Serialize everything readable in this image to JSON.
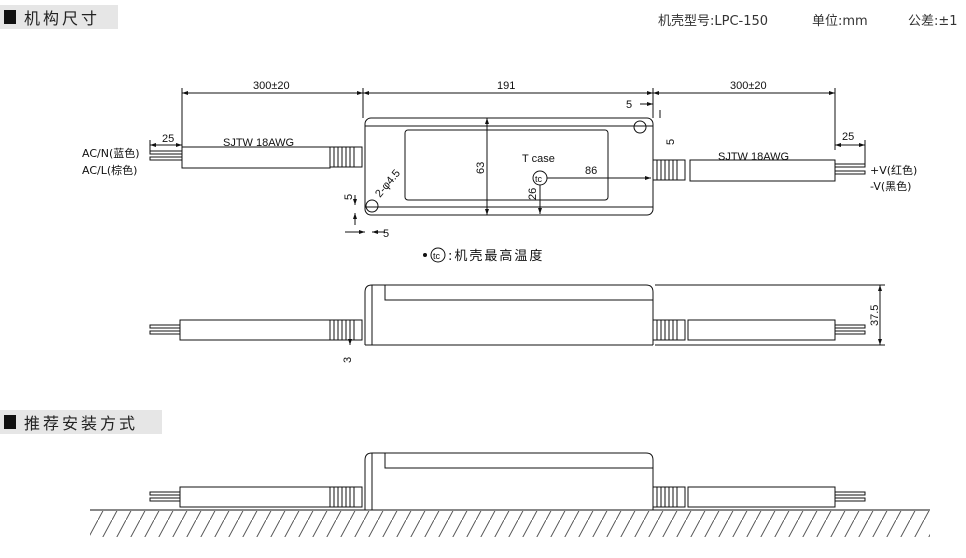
{
  "sections": {
    "dimensions_title": "机构尺寸",
    "mounting_title": "推荐安装方式"
  },
  "header": {
    "model": "机壳型号:LPC-150",
    "unit": "单位:mm",
    "tolerance": "公差:±1"
  },
  "dims": {
    "left_cable": "300±20",
    "case_length": "191",
    "right_cable": "300±20",
    "strip_left": "25",
    "strip_right": "25",
    "hole_offset": "5",
    "case_width": "63",
    "tc_x": "86",
    "tc_y": "26",
    "hole": "2-φ4.5",
    "height": "37.5",
    "flange": "3"
  },
  "labels": {
    "cable_left": "SJTW 18AWG",
    "cable_right": "SJTW 18AWG",
    "acn": "AC/N(蓝色)",
    "acl": "AC/L(棕色)",
    "vp": "+V(红色)",
    "vn": "-V(黑色)",
    "tcase": "T case",
    "tc": "tc",
    "legend": ":机壳最高温度"
  }
}
